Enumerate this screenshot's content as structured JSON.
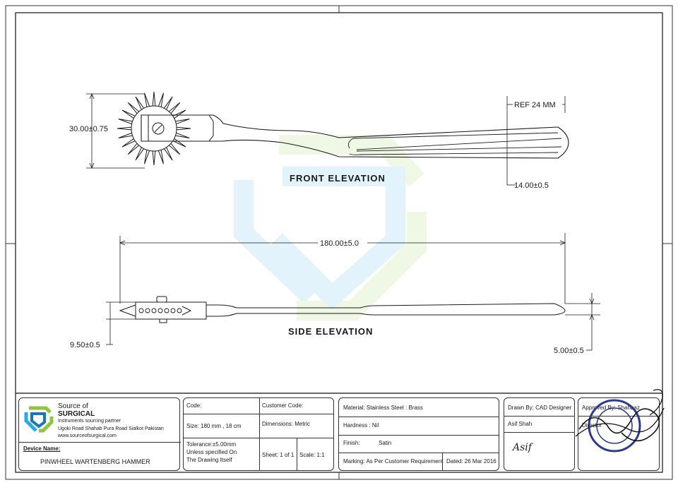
{
  "views": {
    "front": {
      "label": "FRONT  ELEVATION"
    },
    "side": {
      "label": "SIDE  ELEVATION"
    }
  },
  "dimensions": {
    "wheel_dia": "30.00±0.75",
    "ref_handle": "REF 24 MM",
    "handle_width": "14.00±0.5",
    "overall_length": "180.00±5.0",
    "wheel_thickness": "9.50±0.5",
    "handle_thickness": "5.00±0.5"
  },
  "company": {
    "name_line1": "Source of",
    "name_line2": "SURGICAL",
    "tagline": "Instruments sourcing partner",
    "address": "Ugoki Road Shahab Pura Road Sialkot Pakistan",
    "website": "www.sourceofsurgical.com",
    "colors": {
      "green": "#8cc63f",
      "blue": "#29abe2",
      "dark_blue": "#1b75bb"
    }
  },
  "device": {
    "label": "Device Name:",
    "name": "PINWHEEL WARTENBERG HAMMER"
  },
  "specs": {
    "code_label": "Code:",
    "customer_code_label": "Customer Code:",
    "size": "Size:   180 mm , 18 cm",
    "dimensions": "Dimensions: Metric",
    "tolerance_1": "Tolerance:±5.00mm",
    "tolerance_2": "Unless specified On",
    "tolerance_3": "The Drawing Itself",
    "sheet": "Sheet:  1 of 1",
    "scale": "Scale:  1:1",
    "material": "Material: Stainless Steel  :  Brass",
    "hardness": "Hardness  :  Nil",
    "finish_label": "Finish:",
    "finish_value": "Satin",
    "marking": "Marking: As Per Customer Requirement",
    "dated": "Dated: 26 Mar 2016"
  },
  "people": {
    "drawn_by": "Drawn By: CAD Designer",
    "drawer_name": "Asif Shah",
    "drawer_signature": "Asif",
    "approved_by": "Approved By: Shahbaz",
    "approver_fragment": "Director"
  }
}
